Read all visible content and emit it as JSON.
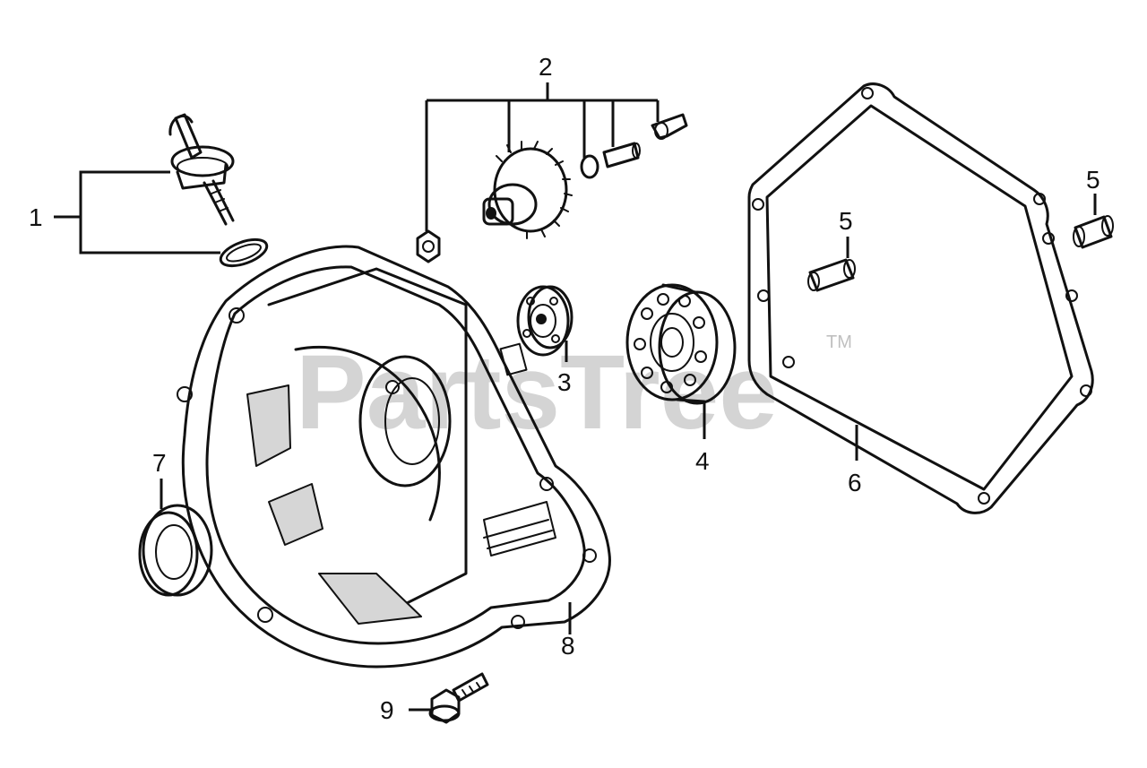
{
  "diagram": {
    "callouts": [
      {
        "id": "1",
        "label": "1"
      },
      {
        "id": "2",
        "label": "2"
      },
      {
        "id": "3",
        "label": "3"
      },
      {
        "id": "4",
        "label": "4"
      },
      {
        "id": "5a",
        "label": "5"
      },
      {
        "id": "5b",
        "label": "5"
      },
      {
        "id": "6",
        "label": "6"
      },
      {
        "id": "7",
        "label": "7"
      },
      {
        "id": "8",
        "label": "8"
      },
      {
        "id": "9",
        "label": "9"
      }
    ],
    "watermark": {
      "text": "PartsTree",
      "trademark": "TM"
    }
  },
  "colors": {
    "ink": "#111111",
    "background": "#ffffff",
    "watermark": "#d0d0d0"
  }
}
